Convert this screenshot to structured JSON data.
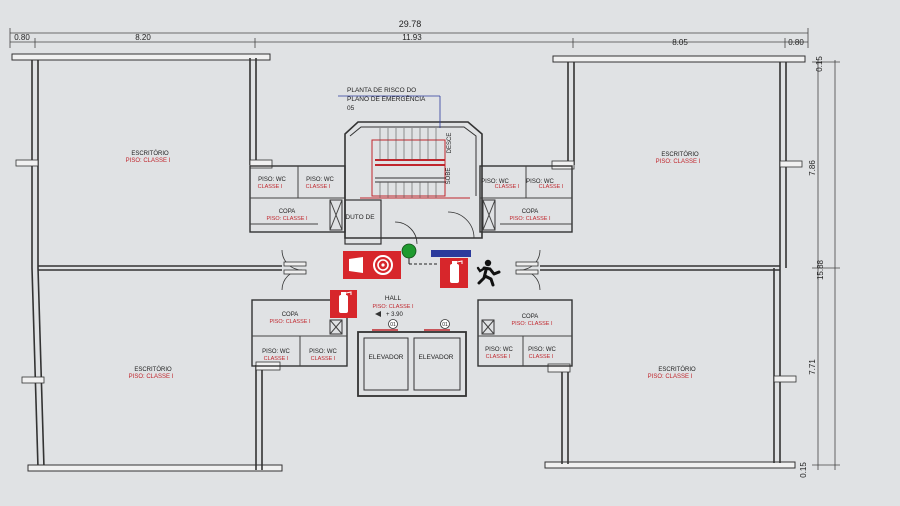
{
  "dimensions": {
    "total_width": "29.78",
    "left_margin": "0.80",
    "left_office": "8.20",
    "core": "11.93",
    "right_office": "8.05",
    "right_margin": "0.80",
    "total_height": "15.88",
    "top_offset": "0.15",
    "upper_half": "7.86",
    "lower_half": "7.71",
    "bottom_offset": "0.15"
  },
  "plan_title": {
    "line1": "PLANTA DE RISCO DO",
    "line2": "PLANO DE EMERGÊNCIA",
    "line3": "05"
  },
  "rooms": {
    "office_name": "ESCRITÓRIO",
    "office_class": "PISO: CLASSE I",
    "wc_name": "PISO: WC",
    "wc_class": "CLASSE I",
    "copa_name": "COPA",
    "copa_class": "PISO: CLASSE I",
    "duto": "DUTO DE",
    "hall_name": "HALL",
    "hall_class": "PISO: CLASSE I",
    "hall_level": "+ 3.90",
    "elevator": "ELEVADOR",
    "elevator_tag": "01",
    "stair_up": "SOBE",
    "stair_down": "DESCE"
  },
  "icons": {
    "hose_reel": "fire-hose-reel-icon",
    "extinguisher": "fire-extinguisher-icon",
    "exit_runner": "emergency-exit-runner-icon",
    "assembly_point": "green-circle-icon"
  },
  "colors": {
    "safety_red": "#d7262b",
    "exit_green": "#1f9a2f",
    "route_blue": "#2b3a9c"
  }
}
